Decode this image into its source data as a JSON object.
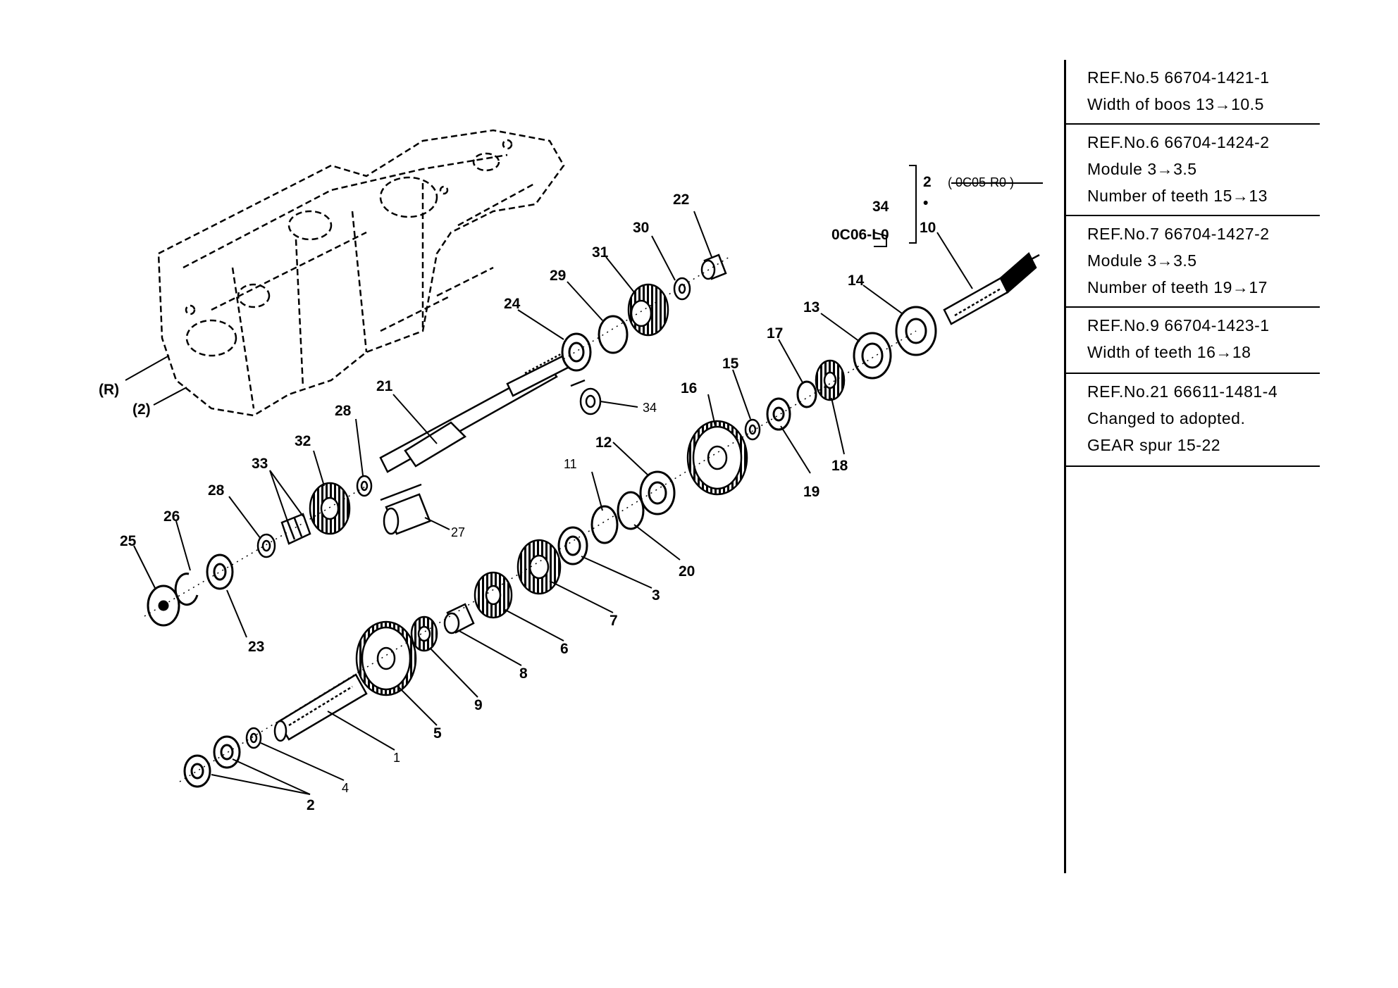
{
  "labels": {
    "r": "(R)",
    "two_paren": "(2)",
    "oc05": "( 0C05-R0 )",
    "oc06": "0C06-L0",
    "dot": "•"
  },
  "parts": [
    "1",
    "2",
    "3",
    "4",
    "5",
    "6",
    "7",
    "8",
    "9",
    "10",
    "11",
    "12",
    "13",
    "14",
    "15",
    "16",
    "17",
    "18",
    "19",
    "20",
    "21",
    "22",
    "23",
    "24",
    "25",
    "26",
    "27",
    "28",
    "28",
    "29",
    "30",
    "31",
    "32",
    "33",
    "34",
    "34",
    "2"
  ],
  "notes": [
    {
      "lines": [
        "REF.No.5   66704-1421-1",
        "Width  of  boos  13→10.5"
      ]
    },
    {
      "lines": [
        "REF.No.6   66704-1424-2",
        "Module  3→3.5",
        "Number  of  teeth  15→13"
      ]
    },
    {
      "lines": [
        "REF.No.7   66704-1427-2",
        "Module  3→3.5",
        "Number  of  teeth  19→17"
      ]
    },
    {
      "lines": [
        "REF.No.9   66704-1423-1",
        "Width  of  teeth  16→18"
      ]
    },
    {
      "lines": [
        "REF.No.21  66611-1481-4",
        "Changed  to  adopted.",
        "GEAR  spur  15-22"
      ]
    }
  ],
  "colors": {
    "ink": "#000000",
    "paper": "#ffffff"
  }
}
